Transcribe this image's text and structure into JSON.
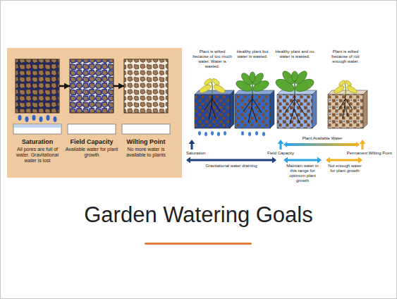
{
  "diagram": {
    "title": "Garden Watering Goals",
    "nodes": [
      {
        "text": [
          "Saturation",
          "All pores are full of water. Gravitational water is lost"
        ]
      },
      {
        "text": [
          "Field Capacity",
          "Available water for plant growth"
        ]
      },
      {
        "text": [
          "Wilting Point",
          "No more water is available to plants"
        ]
      },
      {
        "text": [
          "Plant is wilted because of too much water. Water is wasted."
        ]
      },
      {
        "text": [
          "Healthy plant but water is wasted."
        ]
      },
      {
        "text": [
          "Healthy plant and no water is wasted."
        ]
      },
      {
        "text": [
          "Plant is wilted because of not enough water."
        ]
      }
    ],
    "edges": [
      {
        "from": 0,
        "to": 1,
        "arrow": "to"
      },
      {
        "from": 1,
        "to": 2,
        "arrow": "to"
      }
    ],
    "labels": [
      "Plant Available Water",
      "Saturation",
      "Field Capacity",
      "Permanent Wilting Point",
      "Gravitational water draining",
      "Maintain water in this range for optimum plant growth",
      "Not enough water for plant growth"
    ]
  }
}
